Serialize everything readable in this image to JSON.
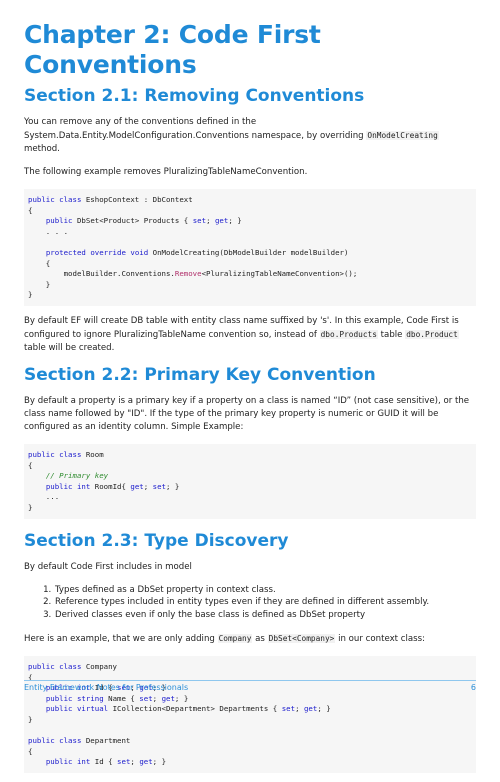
{
  "chapter_title": "Chapter 2: Code First Conventions",
  "s1": {
    "title": "Section 2.1: Removing Conventions",
    "p1_text": "You can remove any of the conventions defined in the System.Data.Entity.ModelConfiguration.Conventions namespace, by overriding ",
    "p1_code": "OnModelCreating",
    "p1_end": " method.",
    "p2": "The following example removes PluralizingTableNameConvention.",
    "code": [
      "public class EshopContext : DbContext",
      "{",
      "    public DbSet<Product> Products { set; get; }",
      "    . . .",
      "",
      "    protected override void OnModelCreating(DbModelBuilder modelBuilder)",
      "    {",
      "        modelBuilder.Conventions.Remove<PluralizingTableNameConvention>();",
      "    }",
      "}"
    ],
    "p3_a": "By default EF will create DB table with entity class name suffixed by 's'. In this example, Code First is configured to ignore PluralizingTableName convention so, instead of ",
    "p3_code1": "dbo.Products",
    "p3_b": " table ",
    "p3_code2": "dbo.Product",
    "p3_c": " table will be created."
  },
  "s2": {
    "title": "Section 2.2: Primary Key Convention",
    "p1": "By default a property is a primary key if a property on a class is named “ID” (not case sensitive), or the class name followed by \"ID\". If the type of the primary key property is numeric or GUID it will be configured as an identity column. Simple Example:",
    "code": [
      "public class Room",
      "{",
      "    // Primary key",
      "    public int RoomId{ get; set; }",
      "    ...",
      "}"
    ]
  },
  "s3": {
    "title": "Section 2.3: Type Discovery",
    "p1": "By default Code First includes in model",
    "list": [
      "Types defined as a DbSet property in context class.",
      "Reference types included in entity types even if they are defined in different assembly.",
      "Derived classes even if only the base class is defined as DbSet property"
    ],
    "p2_a": "Here is an example, that we are only adding ",
    "p2_code1": "Company",
    "p2_b": " as ",
    "p2_code2": "DbSet<Company>",
    "p2_c": " in our context class:",
    "code": [
      "public class Company",
      "{",
      "    public int Id { set; get; }",
      "    public string Name { set; get; }",
      "    public virtual ICollection<Department> Departments { set; get; }",
      "}",
      "",
      "public class Department",
      "{",
      "    public int Id { set; get; }"
    ]
  },
  "footer": {
    "book_title": "Entity Framework Notes for Professionals",
    "page_number": "6"
  }
}
